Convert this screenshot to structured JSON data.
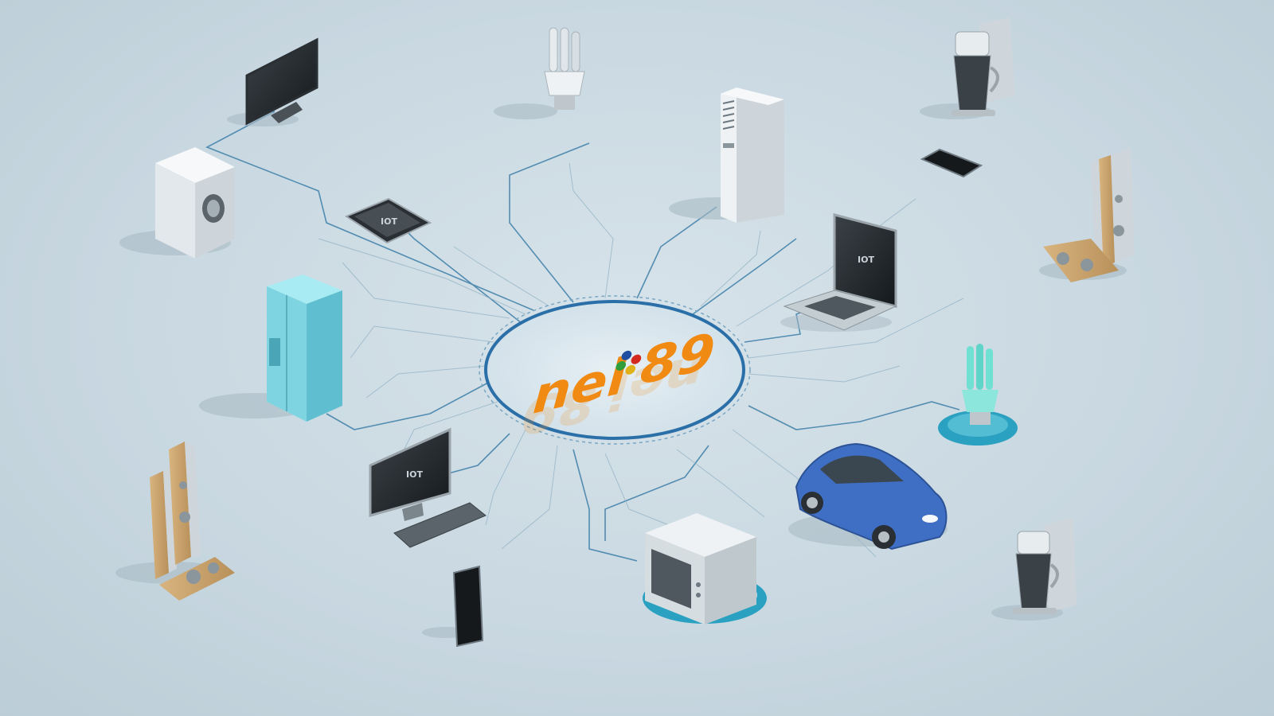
{
  "hub": {
    "logo_text_left": "nei",
    "logo_text_right": "89",
    "dot_colors": [
      "#1f4f9e",
      "#d42a1e",
      "#2e9d3a",
      "#e0b21a"
    ],
    "ring_color": "#2b6fa8",
    "logo_color": "#f08a12"
  },
  "devices": {
    "laptop": {
      "screen_label": "IOT"
    },
    "desktop": {
      "screen_label": "IOT"
    },
    "tablet": {
      "screen_label": "IOT"
    }
  },
  "colors": {
    "circuit_line": "#3d7fa8",
    "fridge": "#7fd4e2",
    "car": "#3f6fc4",
    "accent_bulb": "#6fe0d2",
    "highlight_disc": "#2aa1c1"
  }
}
